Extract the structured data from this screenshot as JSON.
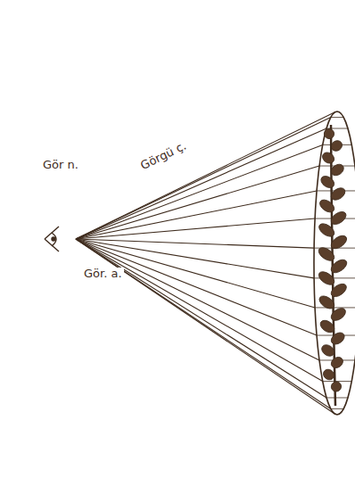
{
  "diagram": {
    "labels": [
      "Gör n.",
      "Görgü ç.",
      "Gör. a."
    ]
  }
}
